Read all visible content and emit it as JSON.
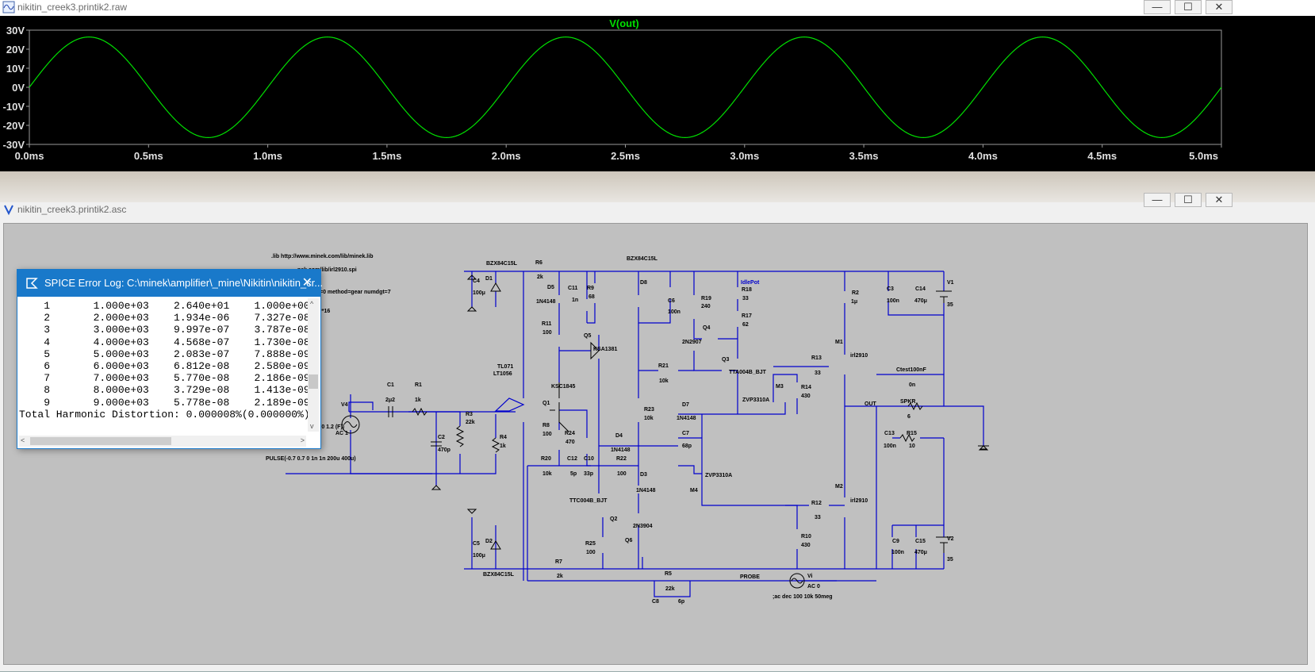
{
  "waveform_window": {
    "title": "nikitin_creek3.printik2.raw",
    "controls": {
      "minimize": "—",
      "maximize": "☐",
      "close": "✕"
    }
  },
  "schematic_window": {
    "title": "nikitin_creek3.printik2.asc",
    "controls": {
      "minimize": "—",
      "maximize": "☐",
      "close": "✕"
    }
  },
  "chart_data": {
    "type": "line",
    "title": "V(out)",
    "xlabel": "",
    "ylabel": "",
    "x_unit": "ms",
    "xlim": [
      0.0,
      5.0
    ],
    "ylim": [
      -30,
      30
    ],
    "x_ticks": [
      "0.0ms",
      "0.5ms",
      "1.0ms",
      "1.5ms",
      "2.0ms",
      "2.5ms",
      "3.0ms",
      "3.5ms",
      "4.0ms",
      "4.5ms",
      "5.0ms"
    ],
    "y_ticks": [
      "30V",
      "20V",
      "10V",
      "0V",
      "-10V",
      "-20V",
      "-30V"
    ],
    "series": [
      {
        "name": "V(out)",
        "color": "#00e000",
        "amplitude": 26.4,
        "frequency_khz": 1.0,
        "offset": 0
      }
    ],
    "background": "#000000",
    "grid": false
  },
  "error_log": {
    "title": "SPICE Error Log: C:\\minek\\amplifier\\_mine\\Nikitin\\nikitin_cr...",
    "rows": [
      "    1       1.000e+03    2.640e+01    1.000e+00",
      "    2       2.000e+03    1.934e-06    7.327e-08",
      "    3       3.000e+03    9.997e-07    3.787e-08",
      "    4       4.000e+03    4.568e-07    1.730e-08",
      "    5       5.000e+03    2.083e-07    7.888e-09",
      "    6       6.000e+03    6.812e-08    2.580e-09",
      "    7       7.000e+03    5.770e-08    2.186e-09",
      "    8       8.000e+03    3.729e-08    1.413e-09",
      "    9       9.000e+03    5.778e-08    2.189e-09"
    ],
    "thd": "Total Harmonic Distortion: 0.000008%(0.000000%)"
  },
  "schematic_labels": {
    "lib1": ".lib http://www.minek.com/lib/minek.lib",
    "lib2": "nek.com/lib/irl2910.spi",
    "opts": "=0 method=gear numdgt=7",
    "opts2": "**16",
    "v4": "V4",
    "v4_val": "AC 1",
    "v4_prefix": "(0 1.2 (F))",
    "pulse": "PULSE(-0.7 0.7 0 1n 1n 200u 400u)",
    "c1": "C1",
    "c1_val": "2μ2",
    "r1": "R1",
    "r1_val": "1k",
    "r3": "R3",
    "r3_val": "22k",
    "c2": "C2",
    "c2_val": "470p",
    "r4": "R4",
    "r4_val": "1k",
    "tl071": "TL071",
    "lt1056": "LT1056",
    "bzx1": "BZX84C15L",
    "bzx2": "BZX84C15L",
    "bzx3": "BZX84C15L",
    "c4": "C4",
    "c4_val": "100μ",
    "d1": "D1",
    "r6": "R6",
    "r6_val": "2k",
    "d5": "D5",
    "d5_val": "1N4148",
    "c11": "C11",
    "c11_val": "1n",
    "r9": "R9",
    "r9_val": "68",
    "r11": "R11",
    "r11_val": "100",
    "q5": "Q5",
    "q5_val": "KSA1381",
    "q1": "Q1",
    "q1_val": "KSC1845",
    "r8": "R8",
    "r8_val": "100",
    "r24": "R24",
    "r24_val": "470",
    "d4": "D4",
    "d4_val": "1N4148",
    "r20": "R20",
    "r20_val": "10k",
    "c12": "C12",
    "c12_val": "5p",
    "c10": "C10",
    "c10_val": "33p",
    "r22": "R22",
    "r22_val": "100",
    "d3": "D3",
    "d3_val": "1N4148",
    "d8": "D8",
    "c6": "C6",
    "c6_val": "100n",
    "r21": "R21",
    "r21_val": "10k",
    "r23": "R23",
    "r23_val": "10k",
    "d7": "D7",
    "d7_val": "1N4148",
    "c7": "C7",
    "c7_val": "68p",
    "q4": "Q4",
    "q4_val": "2N2907",
    "r19": "R19",
    "r19_val": "240",
    "r18": "R18",
    "r18_val": "33",
    "idlepot": "IdlePot",
    "r17": "R17",
    "r17_val": "62",
    "q3": "Q3",
    "q3_val": "TTA004B_BJT",
    "m3": "M3",
    "m3_val": "ZVP3310A",
    "r14": "R14",
    "r14_val": "430",
    "r13": "R13",
    "r13_val": "33",
    "m1": "M1",
    "m1_val": "irl2910",
    "m4": "M4",
    "m4_val": "ZVP3310A",
    "r2": "R2",
    "r2_val": "1μ",
    "c3": "C3",
    "c3_val": "100n",
    "c14": "C14",
    "c14_val": "470μ",
    "v1": "V1",
    "v1_val": "35",
    "ctest": "Ctest100nF",
    "ctest_val": "0n",
    "out": "OUT",
    "spkr": "SPKR",
    "spkr_val": "6",
    "c13": "C13",
    "c13_val": "100n",
    "r15": "R15",
    "r15_val": "10",
    "q2": "Q2",
    "q2_val": "TTC004B_BJT",
    "q6": "Q6",
    "q6_val": "2N3904",
    "r25": "R25",
    "r25_val": "100",
    "r12": "R12",
    "r12_val": "33",
    "m2": "M2",
    "m2_val": "irl2910",
    "r10": "R10",
    "r10_val": "430",
    "c9": "C9",
    "c9_val": "100n",
    "c15": "C15",
    "c15_val": "470μ",
    "v2": "V2",
    "v2_val": "35",
    "c5": "C5",
    "c5_val": "100μ",
    "d2": "D2",
    "r7": "R7",
    "r7_val": "2k",
    "r5": "R5",
    "r5_val": "22k",
    "c8": "C8",
    "c8_val": "6p",
    "probe": "PROBE",
    "vi": "Vi",
    "vi_val": "AC 0",
    "ac_cmd": ";ac dec 100 10k 50meg",
    "bzx_mid": "BZX84C15L"
  }
}
